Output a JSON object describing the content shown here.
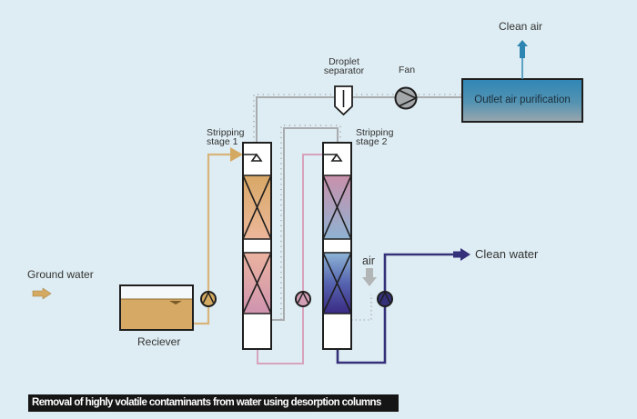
{
  "diagram": {
    "caption": "Removal of highly volatile contaminants from water using desorption columns",
    "labels": {
      "ground_water": "Ground water",
      "receiver": "Reciever",
      "stripping_stage_1_line1": "Stripping",
      "stripping_stage_1_line2": "stage 1",
      "stripping_stage_2_line1": "Stripping",
      "stripping_stage_2_line2": "stage 2",
      "droplet_separator_line1": "Droplet",
      "droplet_separator_line2": "separator",
      "fan": "Fan",
      "outlet_air_purification": "Outlet air purification",
      "clean_air": "Clean air",
      "air": "air",
      "clean_water": "Clean water"
    },
    "colors": {
      "background": "#deedf3",
      "ground_water": "#d4aa62",
      "stage1_water": "#d8a0b4",
      "clean_water": "#35307a",
      "air_line": "#a8acae",
      "clean_air": "#2d86b2",
      "outline": "#1e1e1e"
    }
  }
}
